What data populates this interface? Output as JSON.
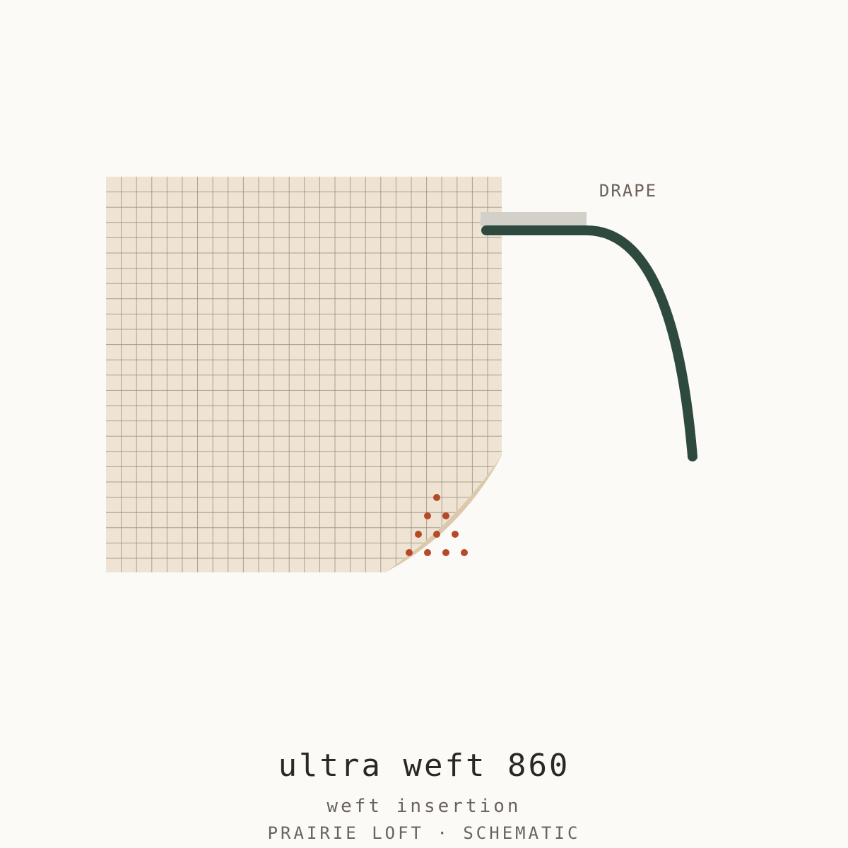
{
  "diagram": {
    "callout_label": "DRAPE",
    "colors": {
      "background": "#fcfaf7",
      "fabric": "#efe4d3",
      "grid_line": "#8f8a7a",
      "curl": "#dcc9ad",
      "dots": "#b5492a",
      "drape_line": "#2e4a3f",
      "clamp": "#d3cfc9",
      "text_dark": "#2b2722",
      "text_muted": "#6b625a"
    },
    "icons": {
      "fabric": "fabric-swatch-grid",
      "curl": "page-curl",
      "dots": "dot-cluster",
      "drape": "drape-curve",
      "clamp": "clamp-bar"
    }
  },
  "title": "ultra weft 860",
  "subtitle": "weft insertion",
  "caption": "PRAIRIE LOFT · SCHEMATIC"
}
